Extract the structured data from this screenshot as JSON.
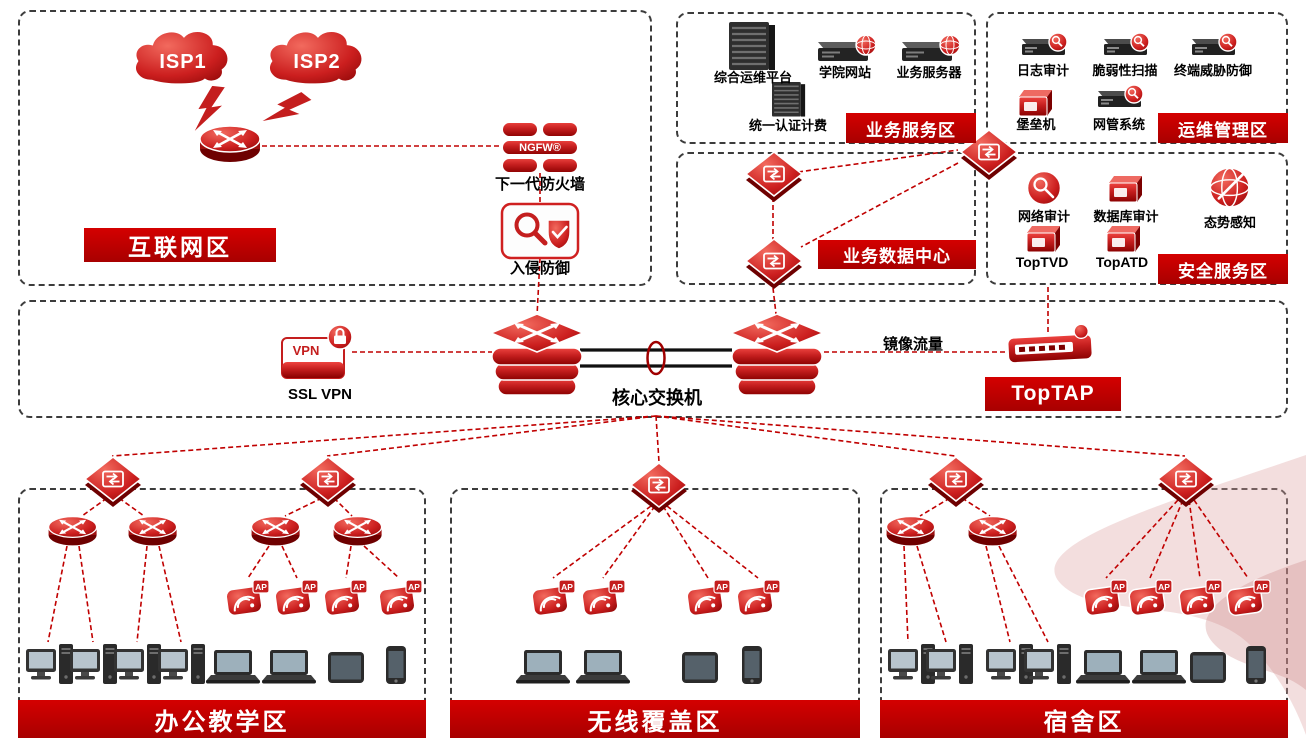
{
  "zones": {
    "internet": "互联网区",
    "business_service": "业务服务区",
    "ops_management": "运维管理区",
    "business_datacenter": "业务数据中心",
    "security_service": "安全服务区",
    "office_teaching": "办公教学区",
    "wireless_coverage": "无线覆盖区",
    "dormitory": "宿舍区"
  },
  "internet": {
    "isp1": "ISP1",
    "isp2": "ISP2",
    "ngfw_badge": "NGFW®",
    "ngfw_label": "下一代防火墙",
    "ips_label": "入侵防御"
  },
  "business_service": {
    "ops_platform": "综合运维平台",
    "college_website": "学院网站",
    "business_server": "业务服务器",
    "auth_billing": "统一认证计费"
  },
  "ops_management": {
    "log_audit": "日志审计",
    "vuln_scan": "脆弱性扫描",
    "endpoint_defense": "终端威胁防御",
    "bastion": "堡垒机",
    "nms": "网管系统"
  },
  "security_service": {
    "network_audit": "网络审计",
    "db_audit": "数据库审计",
    "situation_awareness": "态势感知",
    "toptvd": "TopTVD",
    "topatd": "TopATD"
  },
  "core": {
    "vpn_badge": "VPN",
    "ssl_vpn": "SSL VPN",
    "core_switch": "核心交换机",
    "mirror_traffic": "镜像流量",
    "toptap": "TopTAP"
  },
  "labels": {
    "ap": "AP"
  }
}
